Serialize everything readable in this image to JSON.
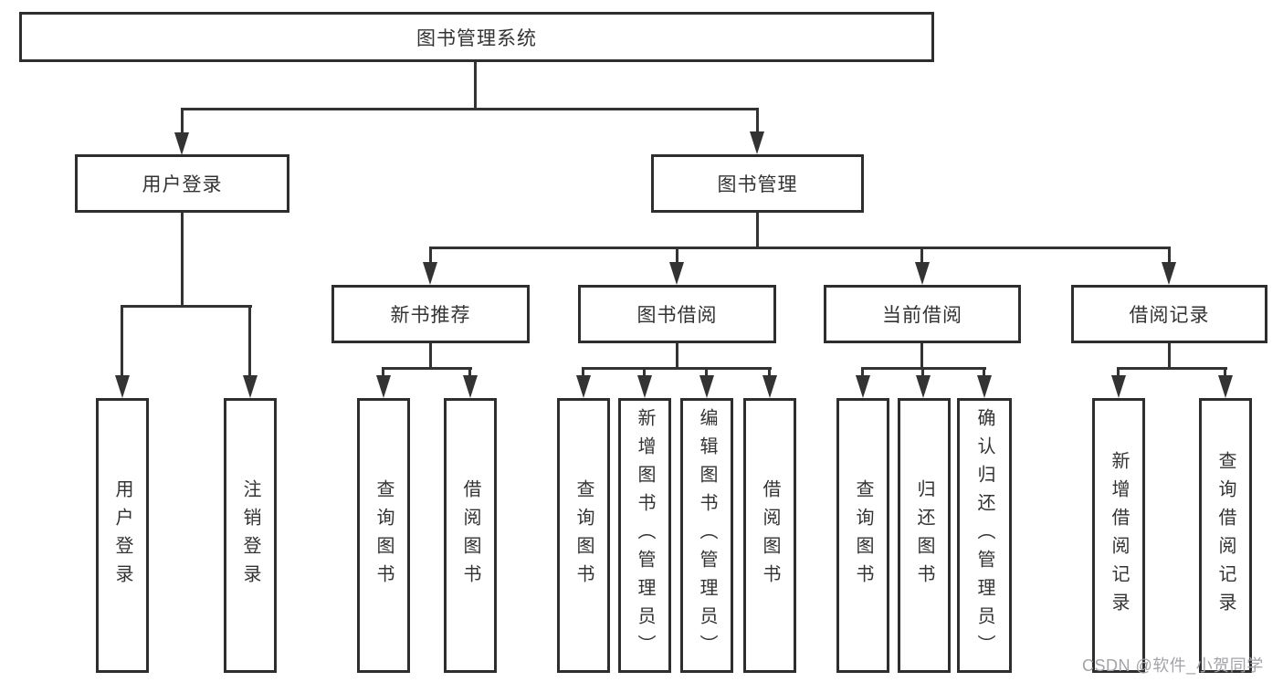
{
  "tree": {
    "root": {
      "label": "图书管理系统"
    },
    "children": [
      {
        "label": "用户登录",
        "children": [
          {
            "label": "用户登录"
          },
          {
            "label": "注销登录"
          }
        ]
      },
      {
        "label": "图书管理",
        "children": [
          {
            "label": "新书推荐",
            "children": [
              {
                "label": "查询图书"
              },
              {
                "label": "借阅图书"
              }
            ]
          },
          {
            "label": "图书借阅",
            "children": [
              {
                "label": "查询图书"
              },
              {
                "label": "新增图书（管理员）"
              },
              {
                "label": "编辑图书（管理员）"
              },
              {
                "label": "借阅图书"
              }
            ]
          },
          {
            "label": "当前借阅",
            "children": [
              {
                "label": "查询图书"
              },
              {
                "label": "归还图书"
              },
              {
                "label": "确认归还（管理员）"
              }
            ]
          },
          {
            "label": "借阅记录",
            "children": [
              {
                "label": "新增借阅记录"
              },
              {
                "label": "查询借阅记录"
              }
            ]
          }
        ]
      }
    ]
  },
  "watermark": {
    "text": "CSDN @软件_小贺同学"
  },
  "colors": {
    "line": "#333333",
    "border": "#2e2e2e",
    "text": "#333333",
    "background": "#ffffff",
    "watermark": "#a3a3a8"
  }
}
